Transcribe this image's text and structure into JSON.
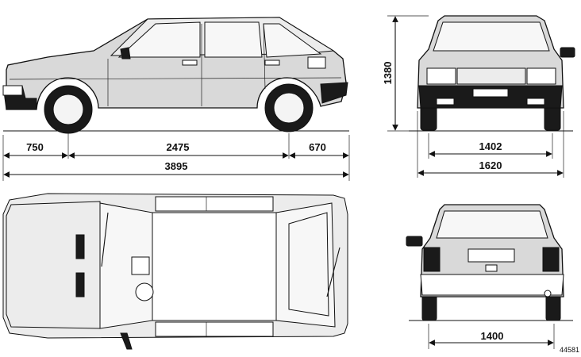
{
  "drawing": {
    "reference_code": "44581",
    "side_view": {
      "dimensions": {
        "front_overhang": "750",
        "wheelbase": "2475",
        "rear_overhang": "670",
        "overall_length": "3895"
      }
    },
    "front_view": {
      "dimensions": {
        "height": "1380",
        "front_track": "1402",
        "overall_width": "1620"
      }
    },
    "rear_view": {
      "dimensions": {
        "rear_track": "1400"
      }
    }
  }
}
